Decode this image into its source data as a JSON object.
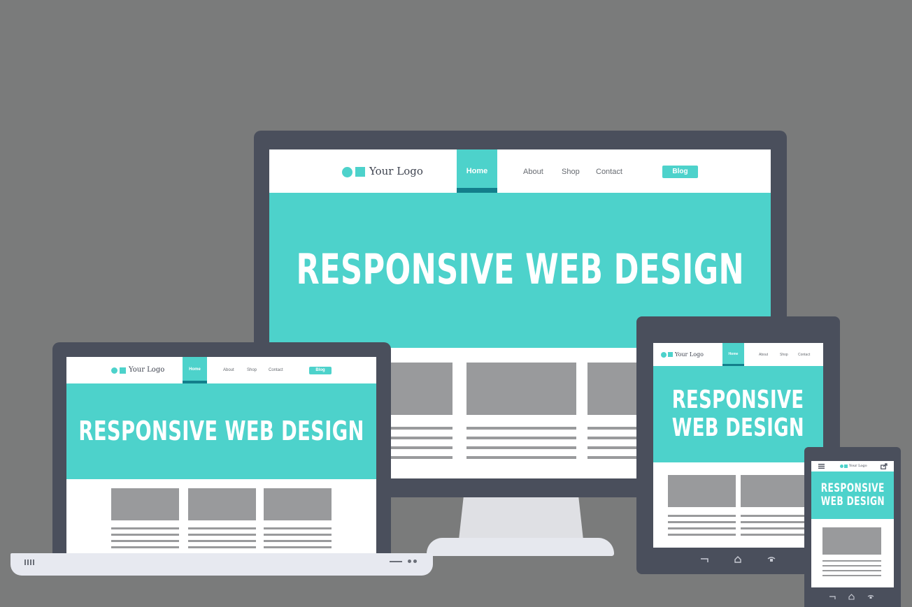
{
  "site": {
    "logo_text": "Your Logo",
    "nav": {
      "home": "Home",
      "about": "About",
      "shop": "Shop",
      "contact": "Contact",
      "blog": "Blog"
    },
    "hero_title": "RESPONSIVE WEB DESIGN",
    "hero_title_line1": "RESPONSIVE",
    "hero_title_line2": "WEB DESIGN"
  },
  "devices": [
    "desktop-monitor",
    "laptop",
    "tablet",
    "smartphone"
  ],
  "icons": {
    "menu": "hamburger-menu-icon",
    "share": "share-icon",
    "back": "back-icon",
    "home": "home-icon",
    "recent": "recent-apps-icon"
  },
  "colors": {
    "background": "#7a7b7b",
    "device_frame": "#4a4f5c",
    "accent": "#4dd2cb",
    "accent_dark": "#137e8b",
    "placeholder": "#999a9c"
  }
}
